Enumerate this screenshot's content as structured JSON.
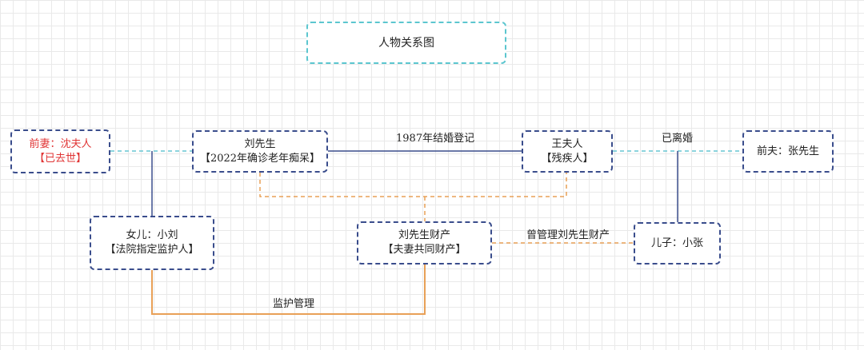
{
  "diagram": {
    "title": "人物关系图",
    "nodes": {
      "ex_wife": {
        "name": "前妻：沈夫人",
        "note": "【已去世】"
      },
      "liu": {
        "name": "刘先生",
        "note": "【2022年确诊老年痴呆】"
      },
      "wang": {
        "name": "王夫人",
        "note": "【残疾人】"
      },
      "ex_husband": {
        "name": "前夫：张先生"
      },
      "daughter": {
        "name": "女儿：小刘",
        "note": "【法院指定监护人】"
      },
      "property": {
        "name": "刘先生财产",
        "note": "【夫妻共同财产】"
      },
      "son": {
        "name": "儿子：小张"
      }
    },
    "edge_labels": {
      "marriage": "1987年结婚登记",
      "divorced": "已离婚",
      "former_mgmt": "曾管理刘先生财产",
      "guardian_mgmt": "监护管理"
    },
    "colors": {
      "node_border": "#3a4d8c",
      "title_border": "#5cc6cf",
      "deceased_text": "#e03535",
      "solid_line": "#3a4d8c",
      "cyan_dashed": "#66c5d3",
      "orange": "#e8a057"
    }
  }
}
